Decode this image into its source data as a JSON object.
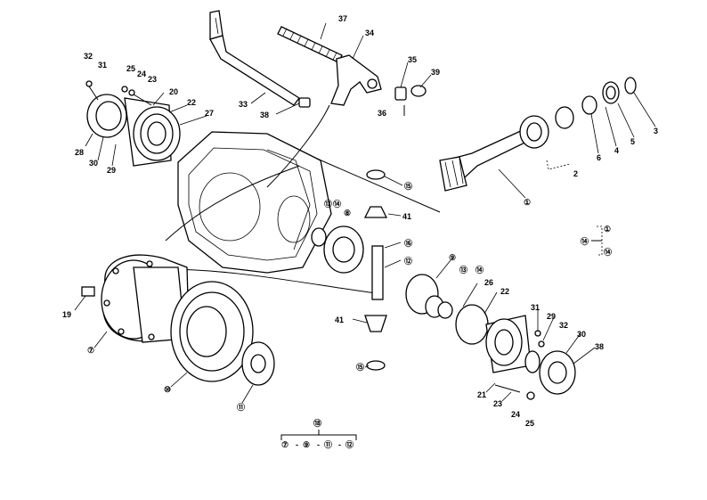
{
  "callouts": [
    {
      "id": "c37",
      "text": "37"
    },
    {
      "id": "c34",
      "text": "34"
    },
    {
      "id": "c35",
      "text": "35"
    },
    {
      "id": "c39",
      "text": "39"
    },
    {
      "id": "c36",
      "text": "36"
    },
    {
      "id": "c33",
      "text": "33"
    },
    {
      "id": "c38a",
      "text": "38"
    },
    {
      "id": "c32a",
      "text": "32"
    },
    {
      "id": "c31a",
      "text": "31"
    },
    {
      "id": "c25a",
      "text": "25"
    },
    {
      "id": "c24a",
      "text": "24"
    },
    {
      "id": "c23a",
      "text": "23"
    },
    {
      "id": "c20",
      "text": "20"
    },
    {
      "id": "c22a",
      "text": "22"
    },
    {
      "id": "c27",
      "text": "27"
    },
    {
      "id": "c28",
      "text": "28"
    },
    {
      "id": "c30a",
      "text": "30"
    },
    {
      "id": "c29a",
      "text": "29"
    },
    {
      "id": "c3",
      "text": "3"
    },
    {
      "id": "c5",
      "text": "5"
    },
    {
      "id": "c4",
      "text": "4"
    },
    {
      "id": "c6",
      "text": "6"
    },
    {
      "id": "c2",
      "text": "2"
    },
    {
      "id": "c1",
      "text": "①"
    },
    {
      "id": "c15a",
      "text": "⑮"
    },
    {
      "id": "c13a",
      "text": "⑬"
    },
    {
      "id": "c14a",
      "text": "⑭"
    },
    {
      "id": "c8",
      "text": "⑧"
    },
    {
      "id": "c41a",
      "text": "41"
    },
    {
      "id": "c16",
      "text": "⑯"
    },
    {
      "id": "c12",
      "text": "⑫"
    },
    {
      "id": "c9",
      "text": "⑨"
    },
    {
      "id": "c13b",
      "text": "⑬"
    },
    {
      "id": "c14b",
      "text": "⑭"
    },
    {
      "id": "c26",
      "text": "26"
    },
    {
      "id": "c22b",
      "text": "22"
    },
    {
      "id": "c19",
      "text": "19"
    },
    {
      "id": "c7",
      "text": "⑦"
    },
    {
      "id": "c41b",
      "text": "41"
    },
    {
      "id": "c15b",
      "text": "⑮"
    },
    {
      "id": "c10",
      "text": "⑩"
    },
    {
      "id": "c11",
      "text": "⑪"
    },
    {
      "id": "c31b",
      "text": "31"
    },
    {
      "id": "c29b",
      "text": "29"
    },
    {
      "id": "c32b",
      "text": "32"
    },
    {
      "id": "c30b",
      "text": "30"
    },
    {
      "id": "c38b",
      "text": "38"
    },
    {
      "id": "c21",
      "text": "21"
    },
    {
      "id": "c23b",
      "text": "23"
    },
    {
      "id": "c24b",
      "text": "24"
    },
    {
      "id": "c25b",
      "text": "25"
    },
    {
      "id": "c40",
      "text": "⑭"
    }
  ],
  "group_right": {
    "key": "⑭",
    "items": [
      "①",
      "⑭"
    ]
  },
  "group_bottom": {
    "key": "⑱",
    "items": [
      "⑦",
      "⑨",
      "⑪",
      "⑫"
    ],
    "separator": "-"
  }
}
